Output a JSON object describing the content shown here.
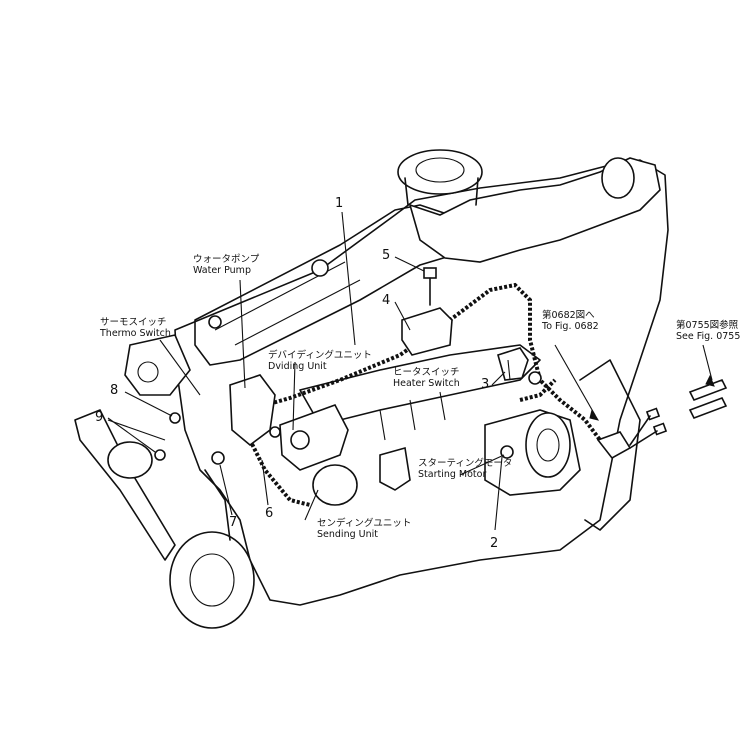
{
  "parts": {
    "p1": "1",
    "p2": "2",
    "p3": "3",
    "p4": "4",
    "p5": "5",
    "p6": "6",
    "p7": "7",
    "p8": "8",
    "p9": "9"
  },
  "labels": {
    "water_pump_jp": "ウォータポンプ",
    "water_pump_en": "Water Pump",
    "thermo_switch_jp": "サーモスイッチ",
    "thermo_switch_en": "Thermo Switch",
    "dividing_unit_jp": "デバイディングユニット",
    "dividing_unit_en": "Dviding  Unit",
    "heater_switch_jp": "ヒータスイッチ",
    "heater_switch_en": "Heater Switch",
    "starting_motor_jp": "スターティングモータ",
    "starting_motor_en": "Starting Motor",
    "sending_unit_jp": "センディングユニット",
    "sending_unit_en": "Sending  Unit",
    "fig0682_jp": "第0682図へ",
    "fig0682_en": "To Fig. 0682",
    "fig0755_jp": "第0755図参照",
    "fig0755_en": "See Fig. 0755"
  }
}
